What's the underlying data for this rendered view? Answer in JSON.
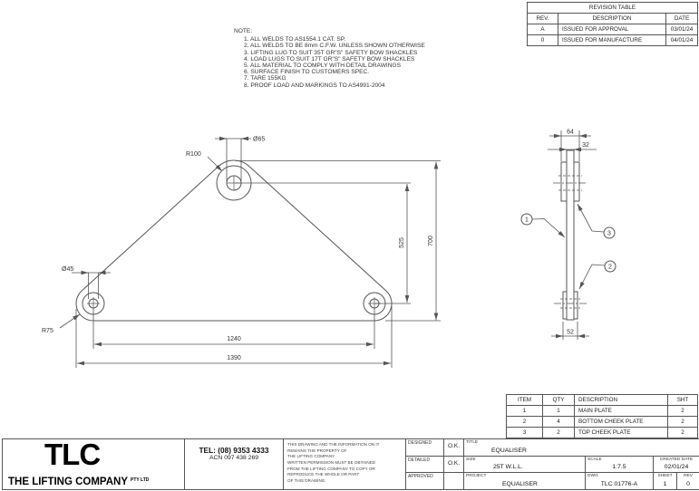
{
  "revision_table": {
    "title": "REVISION TABLE",
    "columns": [
      "REV.",
      "DESCRIPTION",
      "DATE"
    ],
    "rows": [
      [
        "A",
        "ISSUED FOR APPROVAL",
        "03/01/24"
      ],
      [
        "0",
        "ISSUED FOR MANUFACTURE",
        "04/01/24"
      ]
    ]
  },
  "notes": {
    "heading": "NOTE:",
    "items": [
      "1. ALL WELDS TO AS1554.1 CAT. SP.",
      "2. ALL WELDS TO BE 8mm C.F.W. UNLESS SHOWN OTHERWISE",
      "3. LIFTING LUG TO SUIT 35T GR\"S\" SAFETY BOW SHACKLES",
      "4. LOAD LUGS TO SUIT 17T GR\"S\" SAFETY BOW SHACKLES",
      "5. ALL MATERIAL TO COMPLY WITH DETAIL DRAWINGS",
      "6. SURFACE FINISH TO CUSTOMERS SPEC.",
      "7. TARE 155KG",
      "8. PROOF LOAD AND MARKINGS TO AS4991-2004"
    ]
  },
  "main_view": {
    "dia_top_hole": "Ø65",
    "rad_top": "R100",
    "height_centers": "525",
    "height_overall": "700",
    "dia_bottom_hole": "Ø45",
    "rad_bottom": "R75",
    "width_centers": "1240",
    "width_overall": "1390"
  },
  "side_view": {
    "width_top": "64",
    "thickness_main": "32",
    "width_bottom": "52",
    "balloons": [
      "1",
      "2",
      "3"
    ]
  },
  "bom": {
    "columns": [
      "ITEM",
      "QTY",
      "DESCRIPTION",
      "SHT"
    ],
    "rows": [
      [
        "1",
        "1",
        "MAIN PLATE",
        "2"
      ],
      [
        "2",
        "4",
        "BOTTOM CHEEK PLATE",
        "2"
      ],
      [
        "3",
        "2",
        "TOP CHEEK PLATE",
        "2"
      ]
    ]
  },
  "company": {
    "initials": "TLC",
    "name": "THE LIFTING COMPANY",
    "suffix": "PTY LTD",
    "tel": "TEL: (08) 9353 4333",
    "acn": "ACN 097 438 269",
    "disclaimer": "THIS DRAWING AND THE INFORMATION ON IT\nREMAINS THE PROPERTY OF\nTHE LIFTING COMPANY.\nWRITTEN PERMISSION MUST BE OBTAINED\nFROM THE LIFTING COMPANY TO COPY OR\nREPRODUCE THE WHOLE OR PART\nOF THIS DRAWING."
  },
  "title_block": {
    "designed_label": "DESIGNED",
    "designed_value": "O.K.",
    "detailed_label": "DETAILED",
    "detailed_value": "O.K.",
    "approved_label": "APPROVED",
    "approved_value": "",
    "title_label": "TITLE",
    "title_value": "EQUALISER",
    "size_label": "SIZE",
    "size_value": "25T W.L.L.",
    "scale_label": "SCALE",
    "scale_value": "1:7.5",
    "created_label": "CREATED DATE",
    "created_value": "02/01/24",
    "project_label": "PROJECT",
    "project_value": "EQUALISER",
    "dwg_label": "DWG",
    "dwg_value": "TLC 01776-A",
    "sheet_label": "SHEET",
    "sheet_value": "1",
    "rev_label": "REV",
    "rev_value": "0"
  }
}
